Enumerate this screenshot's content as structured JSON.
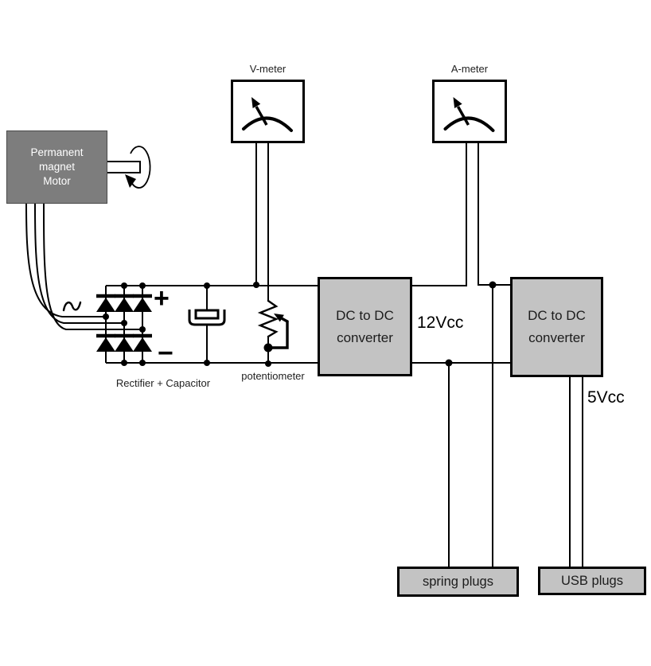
{
  "diagram": {
    "motor": {
      "lines": [
        "Permanent",
        "magnet",
        "Motor"
      ]
    },
    "vmeter": {
      "label": "V-meter"
    },
    "ameter": {
      "label": "A-meter"
    },
    "converter1": {
      "lines": [
        "DC to DC",
        "converter"
      ]
    },
    "converter2": {
      "lines": [
        "DC to DC",
        "converter"
      ]
    },
    "rectifier_label": "Rectifier  +  Capacitor",
    "potentiometer_label": "potentiometer",
    "plus_sign": "+",
    "minus_sign": "−",
    "v12_label": "12Vcc",
    "v5_label": "5Vcc",
    "spring_plugs": {
      "label": "spring plugs"
    },
    "usb_plugs": {
      "label": "USB plugs"
    }
  },
  "colors": {
    "motor_fill": "#7d7d7d",
    "box_fill": "#c3c3c3",
    "wire": "#000000",
    "bg": "#ffffff",
    "label": "#1c1c1c"
  }
}
